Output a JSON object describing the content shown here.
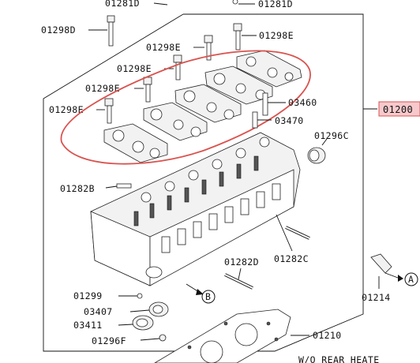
{
  "labels": {
    "top_left": "01281D",
    "top_right": "01281D",
    "bolt_left": "01298D",
    "bolt_e1": "01298E",
    "bolt_e2": "01298E",
    "bolt_e3": "01298E",
    "bolt_e4": "01298E",
    "bolt_e5": "01298E",
    "pin1": "03460",
    "pin2": "03470",
    "assembly": "01200",
    "plug": "01296C",
    "bolt_b": "01282B",
    "stud_d": "01282D",
    "stud_c": "01282C",
    "fitting": "01214",
    "seal_small": "01299",
    "seal1": "03407",
    "seal2": "03411",
    "plug_f": "01296F",
    "gasket": "01210",
    "ref_a": "A",
    "ref_b": "B",
    "note": "W/O REAR HEATE"
  },
  "colors": {
    "highlight_ellipse": "#d9534f",
    "assembly_box_fill": "#f6c9cc",
    "assembly_box_border": "#d9534f",
    "line": "#111111"
  }
}
